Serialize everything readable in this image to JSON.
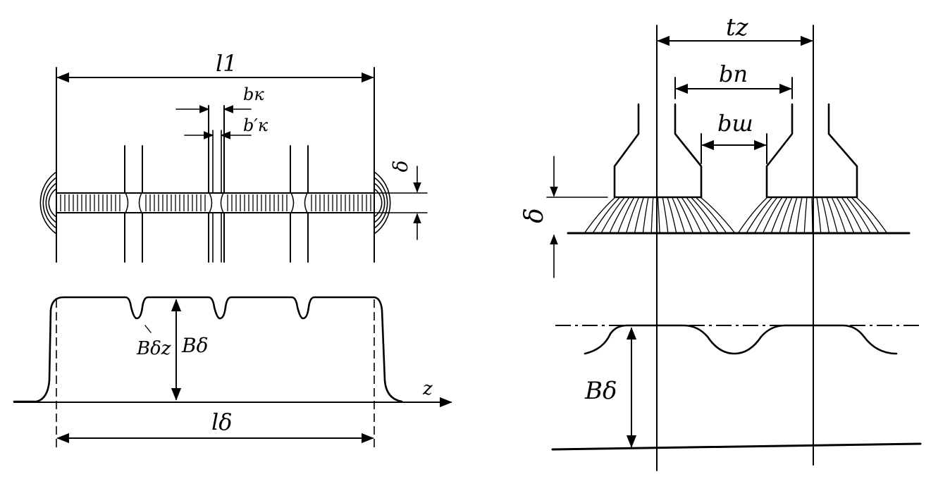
{
  "left": {
    "l1": "l1",
    "bk": "bк",
    "bk_prime": "b′к",
    "delta": "δ",
    "bdz": "Bδz",
    "bd": "Bδ",
    "z": "z",
    "ld": "lδ"
  },
  "right": {
    "tz": "tz",
    "bp": "bn",
    "bsh": "bш",
    "delta": "δ",
    "bd": "Bδ"
  }
}
